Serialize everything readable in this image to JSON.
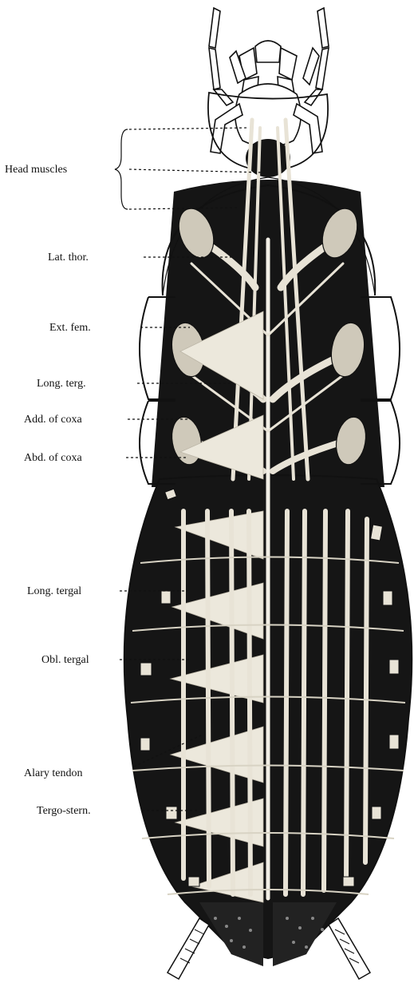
{
  "labels": {
    "head_muscles": "Head muscles",
    "lat_thor": "Lat. thor.",
    "ext_fem": "Ext. fem.",
    "long_terg": "Long. terg.",
    "add_coxa": "Add. of coxa",
    "abd_coxa": "Abd. of coxa",
    "long_tergal": "Long. tergal",
    "obl_tergal": "Obl. tergal",
    "alary_tendon": "Alary tendon",
    "tergo_stern": "Tergo-stern."
  },
  "colors": {
    "ink": "#111111",
    "body_fill": "#151515",
    "muscle": "#e8e3d6",
    "paper": "#ffffff"
  }
}
